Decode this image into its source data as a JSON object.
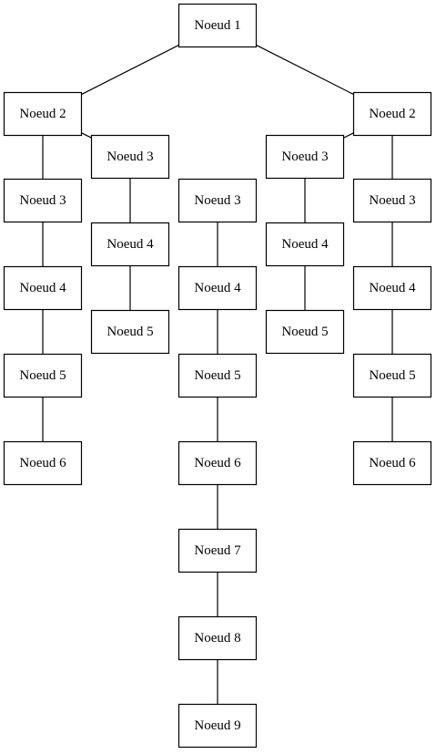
{
  "diagram": {
    "type": "tree",
    "nodes": [
      {
        "id": "root",
        "label": "Noeud 1"
      },
      {
        "id": "l_n2",
        "label": "Noeud 2"
      },
      {
        "id": "r_n2",
        "label": "Noeud 2"
      },
      {
        "id": "c1_n3",
        "label": "Noeud 3"
      },
      {
        "id": "c1_n4",
        "label": "Noeud 4"
      },
      {
        "id": "c1_n5",
        "label": "Noeud 5"
      },
      {
        "id": "c1_n6",
        "label": "Noeud 6"
      },
      {
        "id": "c2_n3",
        "label": "Noeud 3"
      },
      {
        "id": "c2_n4",
        "label": "Noeud 4"
      },
      {
        "id": "c2_n5",
        "label": "Noeud 5"
      },
      {
        "id": "c3_n3",
        "label": "Noeud 3"
      },
      {
        "id": "c3_n4",
        "label": "Noeud 4"
      },
      {
        "id": "c3_n5",
        "label": "Noeud 5"
      },
      {
        "id": "c3_n6",
        "label": "Noeud 6"
      },
      {
        "id": "c3_n7",
        "label": "Noeud 7"
      },
      {
        "id": "c3_n8",
        "label": "Noeud 8"
      },
      {
        "id": "c3_n9",
        "label": "Noeud 9"
      },
      {
        "id": "c4_n3",
        "label": "Noeud 3"
      },
      {
        "id": "c4_n4",
        "label": "Noeud 4"
      },
      {
        "id": "c4_n5",
        "label": "Noeud 5"
      },
      {
        "id": "c5_n3",
        "label": "Noeud 3"
      },
      {
        "id": "c5_n4",
        "label": "Noeud 4"
      },
      {
        "id": "c5_n5",
        "label": "Noeud 5"
      },
      {
        "id": "c5_n6",
        "label": "Noeud 6"
      }
    ],
    "edges": [
      [
        "root",
        "l_n2"
      ],
      [
        "root",
        "r_n2"
      ],
      [
        "l_n2",
        "c1_n3"
      ],
      [
        "c1_n3",
        "c1_n4"
      ],
      [
        "c1_n4",
        "c1_n5"
      ],
      [
        "c1_n5",
        "c1_n6"
      ],
      [
        "l_n2",
        "c2_n3"
      ],
      [
        "c2_n3",
        "c2_n4"
      ],
      [
        "c2_n4",
        "c2_n5"
      ],
      [
        "c3_n3",
        "c3_n4"
      ],
      [
        "c3_n4",
        "c3_n5"
      ],
      [
        "c3_n5",
        "c3_n6"
      ],
      [
        "c3_n6",
        "c3_n7"
      ],
      [
        "c3_n7",
        "c3_n8"
      ],
      [
        "c3_n8",
        "c3_n9"
      ],
      [
        "r_n2",
        "c4_n3"
      ],
      [
        "c4_n3",
        "c4_n4"
      ],
      [
        "c4_n4",
        "c4_n5"
      ],
      [
        "r_n2",
        "c5_n3"
      ],
      [
        "c5_n3",
        "c5_n4"
      ],
      [
        "c5_n4",
        "c5_n5"
      ],
      [
        "c5_n5",
        "c5_n6"
      ]
    ]
  }
}
